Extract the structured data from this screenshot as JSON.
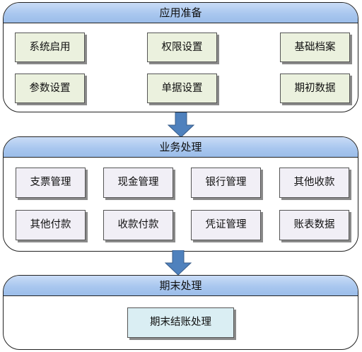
{
  "sections": [
    {
      "title": "应用准备",
      "items": [
        "系统启用",
        "权限设置",
        "基础档案",
        "参数设置",
        "单据设置",
        "期初数据"
      ]
    },
    {
      "title": "业务处理",
      "items": [
        "支票管理",
        "现金管理",
        "银行管理",
        "其他收款",
        "其他付款",
        "收款付款",
        "凭证管理",
        "账表数据"
      ]
    },
    {
      "title": "期末处理",
      "items": [
        "期末结账处理"
      ]
    }
  ],
  "colors": {
    "header_fill": "#a9c7ef",
    "box_green": "#ebf1de",
    "box_lavender": "#f1eff6",
    "box_cyan": "#daeef3",
    "arrow_fill": "#4f81bd"
  }
}
